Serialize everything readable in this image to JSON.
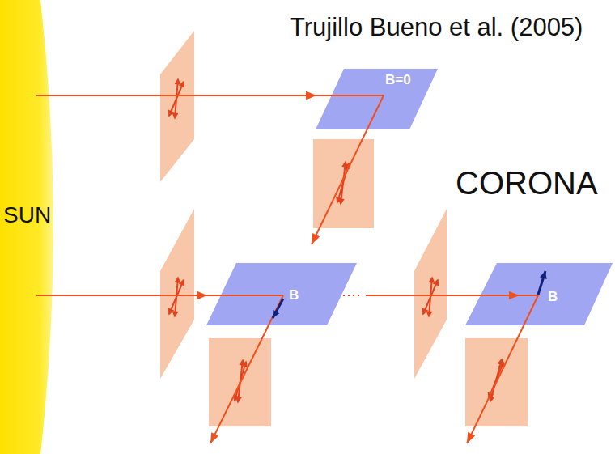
{
  "diagram": {
    "nodes": [
      {
        "text": [
          "SUN"
        ]
      },
      {
        "text": [
          "B=0"
        ]
      },
      {
        "text": [
          "B"
        ]
      },
      {
        "text": [
          "B"
        ]
      }
    ],
    "edges": [
      {
        "from": 0,
        "to": 1,
        "arrow": "to"
      },
      {
        "from": 0,
        "to": 2,
        "arrow": "to"
      }
    ],
    "labels": [
      "Trujillo Bueno et al. (2005)",
      "CORONA"
    ]
  }
}
